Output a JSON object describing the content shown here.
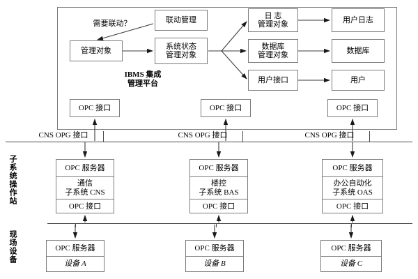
{
  "diagram": {
    "title_platform_line1": "IBMS 集成",
    "title_platform_line2": "管理平台",
    "question_label": "需要联动？",
    "bands": {
      "subsystem_station": "子系统操作站",
      "field_devices": "现场设备"
    },
    "interface_labels": [
      "CNS  OPG 接口",
      "CNS  OPG 接口",
      "CNS  OPG 接口"
    ],
    "platform_nodes": {
      "linkage_manager": "联动管理",
      "managed_object": "管理对象",
      "system_state_object_l1": "系统状态",
      "system_state_object_l2": "管理对象",
      "log_object_l1": "日 志",
      "log_object_l2": "管理对象",
      "db_object_l1": "数据库",
      "db_object_l2": "管理对象",
      "user_interface": "用户接口",
      "user_log": "用户日志",
      "database": "数据库",
      "user": "用户"
    },
    "platform_opc_ports": [
      "OPC 接口",
      "OPC 接口",
      "OPC 接口"
    ],
    "subsystems": [
      {
        "server": "OPC 服务器",
        "name_line1": "通信",
        "name_line2": "子系统 CNS",
        "port": "OPC 接口"
      },
      {
        "server": "OPC 服务器",
        "name_line1": "楼控",
        "name_line2": "子系统 BAS",
        "port": "OPC 接口"
      },
      {
        "server": "OPC 服务器",
        "name_line1": "办公自动化",
        "name_line2": "子系统 OAS",
        "port": "OPC 接口"
      }
    ],
    "devices": [
      {
        "server": "OPC 服务器",
        "name": "设备 A"
      },
      {
        "server": "OPC 服务器",
        "name": "设备 B"
      },
      {
        "server": "OPC 服务器",
        "name": "设备 C"
      }
    ],
    "colors": {
      "stroke": "#7a7a7a",
      "line": "#4a4a4a",
      "background": "#ffffff",
      "text": "#000000"
    }
  }
}
